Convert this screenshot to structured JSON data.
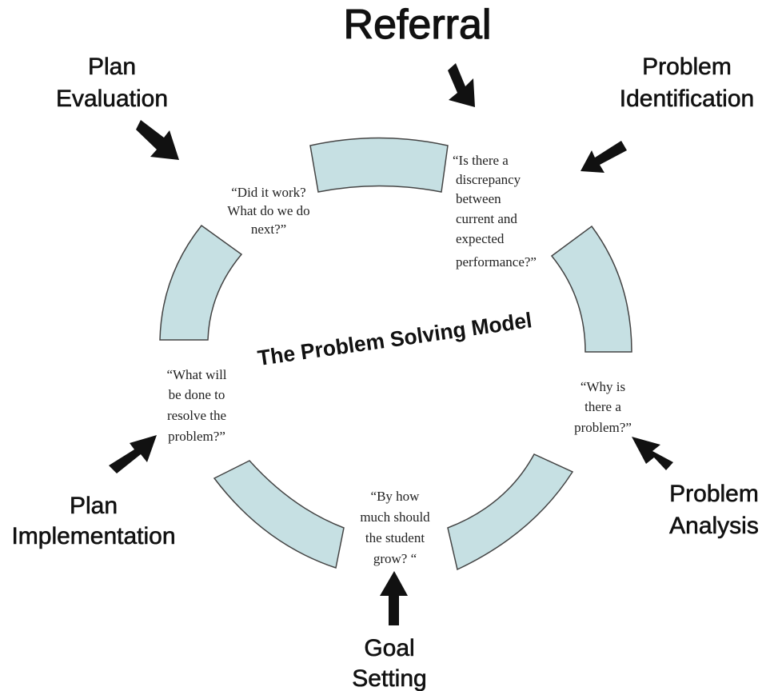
{
  "title": "Referral",
  "center_title": "The Problem Solving Model",
  "stages": {
    "plan_evaluation": [
      "Plan",
      "Evaluation"
    ],
    "problem_identification": [
      "Problem",
      "Identification"
    ],
    "problem_analysis": [
      "Problem",
      "Analysis"
    ],
    "plan_implementation": [
      "Plan",
      "Implementation"
    ],
    "goal_setting": [
      "Goal",
      "Setting"
    ]
  },
  "questions": {
    "plan_evaluation": [
      "“Did it work?",
      "What do we do",
      "next?”"
    ],
    "problem_identification": [
      "“Is there a",
      "discrepancy",
      "between",
      "current and",
      "expected",
      "performance?”"
    ],
    "problem_analysis": [
      "“Why is",
      "there a",
      "problem?”"
    ],
    "goal_setting": [
      "“By how",
      "much should",
      "the student",
      "grow? “"
    ],
    "plan_implementation": [
      "“What will",
      "be done to",
      "resolve the",
      "problem?”"
    ]
  },
  "colors": {
    "segment_fill": "#c6e0e3",
    "segment_stroke": "#444444",
    "arrow": "#111111",
    "text": "#111111"
  }
}
